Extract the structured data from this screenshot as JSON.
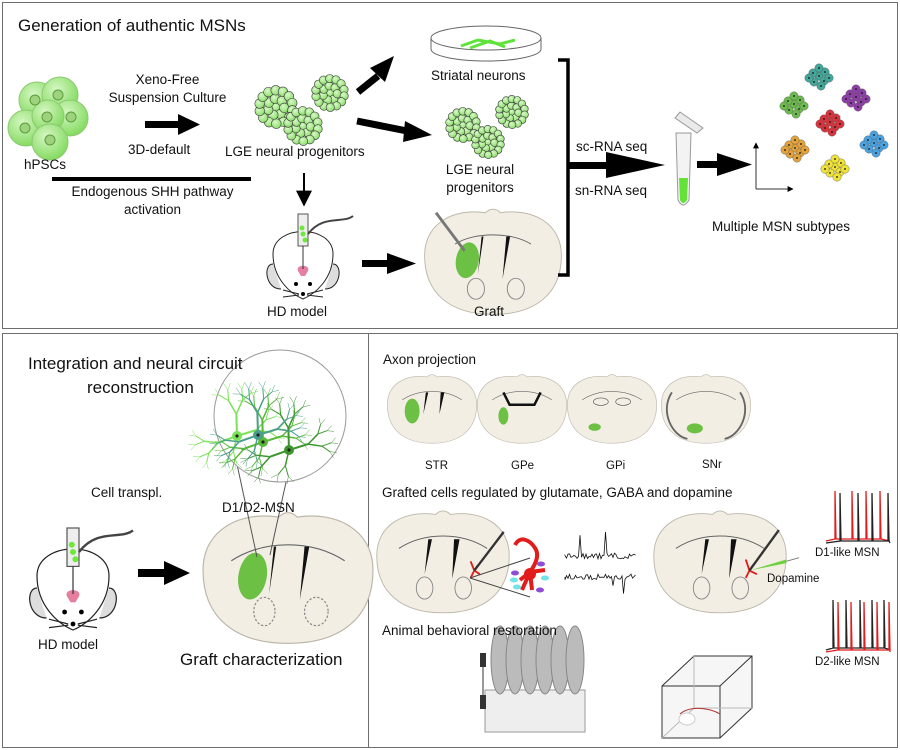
{
  "figure": {
    "top_panel": {
      "title": "Generation of authentic MSNs",
      "start_cells": "hPSCs",
      "culture_line1": "Xeno-Free",
      "culture_line2": "Suspension Culture",
      "culture_method": "3D-default",
      "pathway_line1": "Endogenous SHH pathway",
      "pathway_line2": "activation",
      "progenitors": "LGE neural progenitors",
      "outputs": {
        "neurons": "Striatal neurons",
        "progenitors_line1": "LGE neural",
        "progenitors_line2": "progenitors",
        "graft": "Graft"
      },
      "model": "HD model",
      "seq_methods": [
        "sc-RNA seq",
        "sn-RNA seq"
      ],
      "result": "Multiple MSN subtypes",
      "cluster_colors": [
        "#6dbb4e",
        "#43a79a",
        "#8e3fa6",
        "#d8343e",
        "#e2a33c",
        "#4aa3e0",
        "#efe33a"
      ]
    },
    "bottom_left_panel": {
      "title_line1": "Integration and neural circuit",
      "title_line2": "reconstruction",
      "procedure": "Cell transpl.",
      "model": "HD model",
      "cell_types": "D1/D2-MSN",
      "caption": "Graft characterization"
    },
    "bottom_right_panel": {
      "axon_title": "Axon projection",
      "regions": [
        "STR",
        "GPe",
        "GPi",
        "SNr"
      ],
      "regulation_title": "Grafted cells regulated by glutamate, GABA and dopamine",
      "drug": "Dopamine",
      "trace_labels": [
        "D1-like MSN",
        "D2-like MSN"
      ],
      "behavior_title": "Animal behavioral restoration"
    },
    "colors": {
      "graft_green": "#6cc043",
      "cell_green": "#9be67a",
      "brain_fill": "#f3eee4",
      "neuron_red": "#e21b1b",
      "border": "#6e6e6e"
    }
  }
}
